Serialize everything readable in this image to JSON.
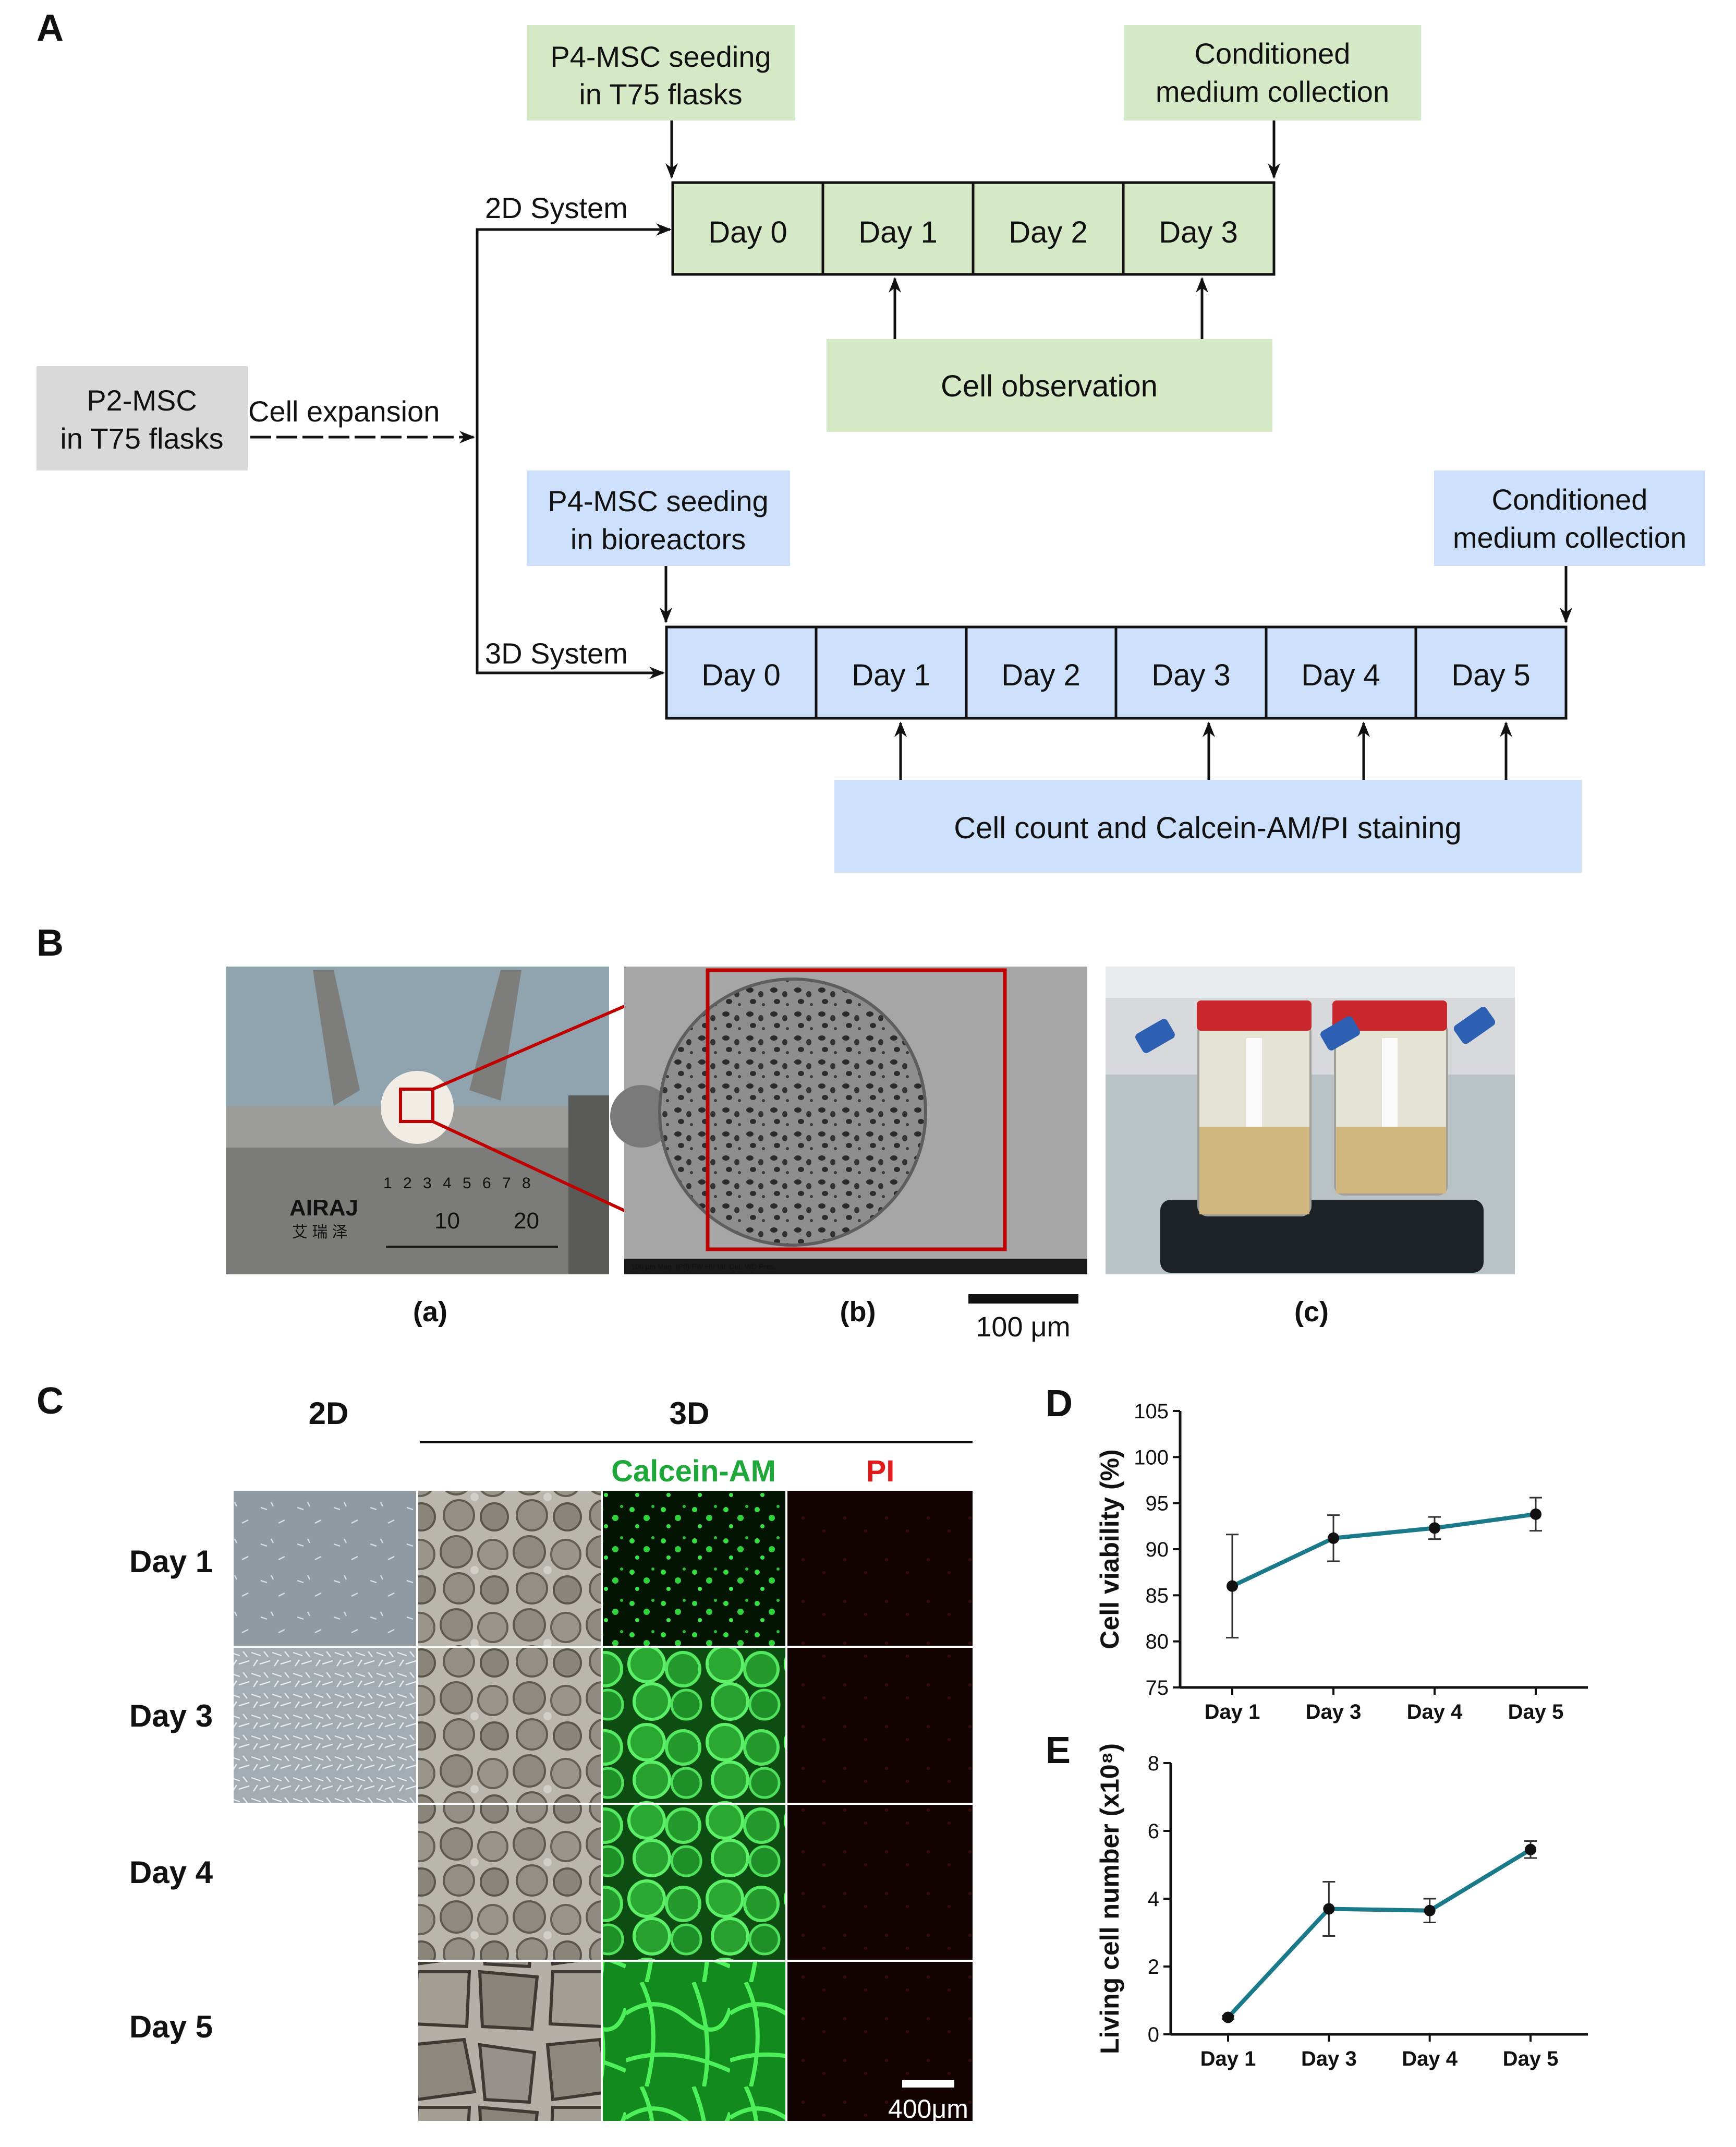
{
  "panels": {
    "A": "A",
    "B": "B",
    "C": "C",
    "D": "D",
    "E": "E"
  },
  "colors": {
    "green_box": "#d6e9c6",
    "blue_box": "#cce0fb",
    "gray_box": "#d9d9d9",
    "line_series": "#1a7a8a",
    "scalebar_red": "#c00000",
    "calcein": "#1fa83a",
    "pi": "#e01b1b"
  },
  "panelA": {
    "source_line1": "P2-MSC",
    "source_line2": "in T75 flasks",
    "expansion": "Cell expansion",
    "system2d": "2D System",
    "system3d": "3D System",
    "seed2d_line1": "P4-MSC seeding",
    "seed2d_line2": "in T75 flasks",
    "collect2d_line1": "Conditioned",
    "collect2d_line2": "medium collection",
    "days2d": [
      "Day 0",
      "Day 1",
      "Day 2",
      "Day 3"
    ],
    "observation": "Cell observation",
    "seed3d_line1": "P4-MSC seeding",
    "seed3d_line2": "in bioreactors",
    "collect3d_line1": "Conditioned",
    "collect3d_line2": "medium collection",
    "days3d": [
      "Day 0",
      "Day 1",
      "Day 2",
      "Day 3",
      "Day 4",
      "Day 5"
    ],
    "staining": "Cell count and Calcein-AM/PI staining"
  },
  "panelB": {
    "labels": [
      "(a)",
      "(b)",
      "(c)"
    ],
    "scalebar": "100 μm",
    "caliper_brand": "AIRAJ",
    "caliper_brand_cn": "艾 瑞 泽",
    "caliper_scale_top": [
      "1",
      "2",
      "3",
      "4",
      "5",
      "6",
      "7",
      "8"
    ],
    "caliper_scale_bottom": [
      "10",
      "20"
    ],
    "sem_footer": "100 μm   Mag. (Ptf)  FW  HV  Int.  Det.  WD  Pres."
  },
  "panelC": {
    "header_2d": "2D",
    "header_3d": "3D",
    "calcein": "Calcein-AM",
    "pi": "PI",
    "rows": [
      "Day 1",
      "Day 3",
      "Day 4",
      "Day 5"
    ],
    "scalebar": "400μm"
  },
  "chart_data": [
    {
      "type": "line",
      "ylabel": "Cell viability (%)",
      "categories": [
        "Day 1",
        "Day 3",
        "Day 4",
        "Day 5"
      ],
      "values": [
        86.0,
        91.2,
        92.3,
        93.8
      ],
      "error": [
        5.6,
        2.5,
        1.2,
        1.8
      ],
      "ylim": [
        75,
        105
      ],
      "yticks": [
        75,
        80,
        85,
        90,
        95,
        100,
        105
      ]
    },
    {
      "type": "line",
      "ylabel": "Living cell number (x10⁸)",
      "categories": [
        "Day 1",
        "Day 3",
        "Day 4",
        "Day 5"
      ],
      "values": [
        0.5,
        3.7,
        3.65,
        5.45
      ],
      "error": [
        0.05,
        0.8,
        0.35,
        0.25
      ],
      "ylim": [
        0,
        8
      ],
      "yticks": [
        0,
        2,
        4,
        6,
        8
      ]
    }
  ]
}
